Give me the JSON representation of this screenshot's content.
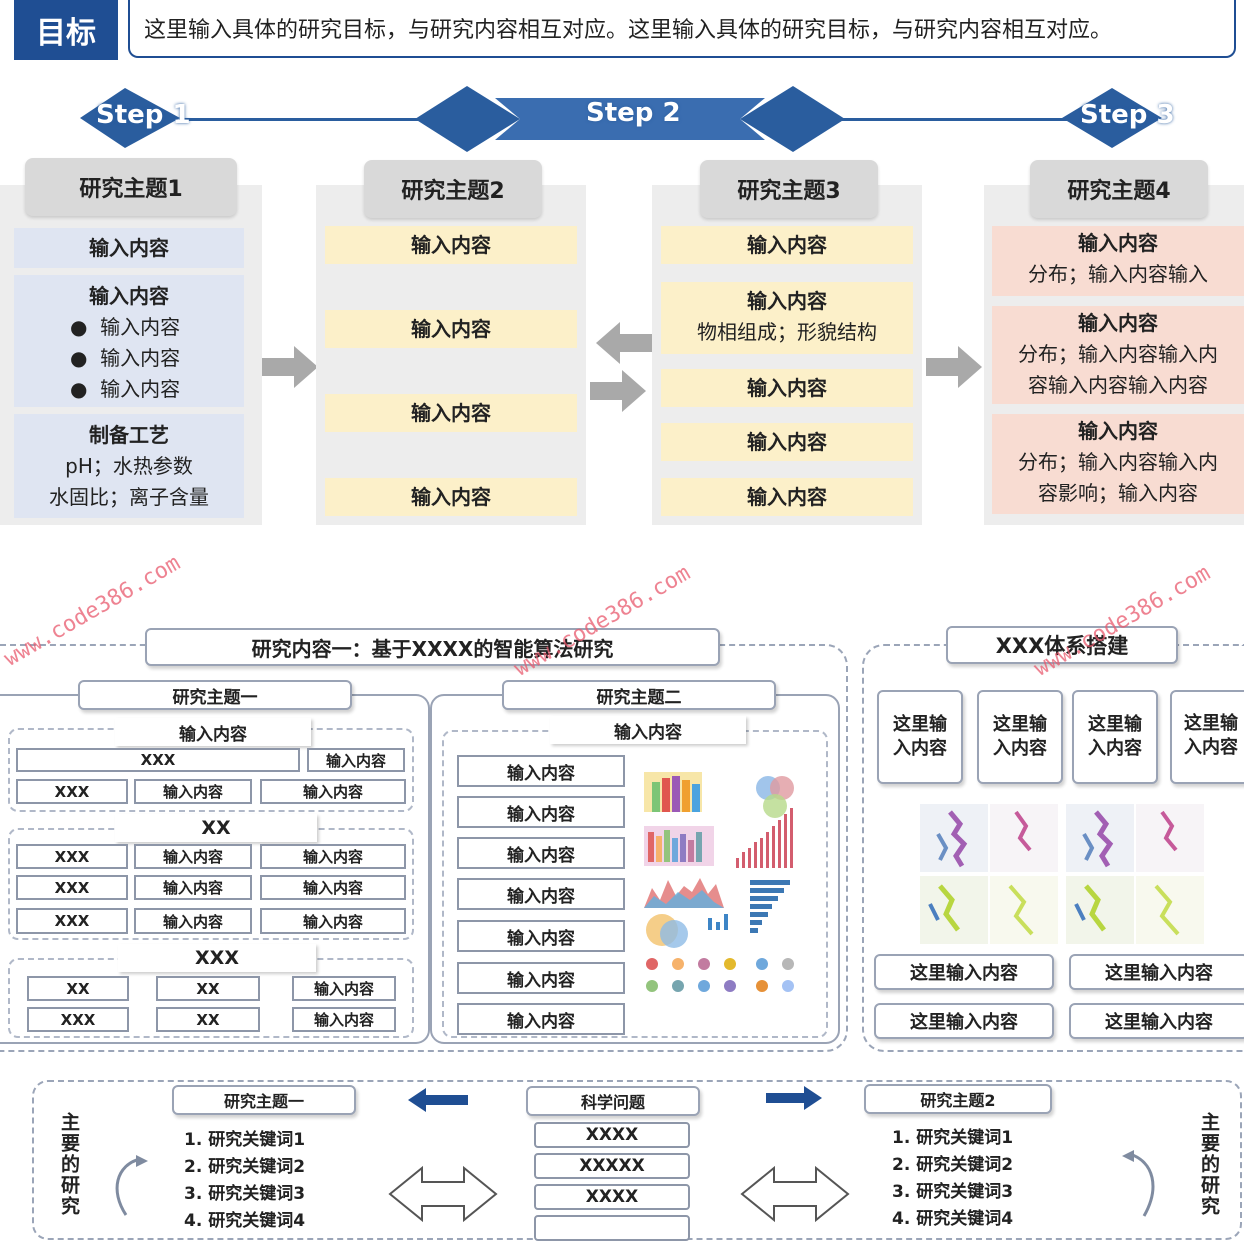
{
  "goal": {
    "tag": "目标",
    "text": "这里输入具体的研究目标，与研究内容相互对应。这里输入具体的研究目标，与研究内容相互对应。"
  },
  "steps": [
    "Step 1",
    "Step 2",
    "Step 3"
  ],
  "topics": [
    {
      "title": "研究主题1",
      "cells": [
        {
          "head": "输入内容"
        },
        {
          "head": "输入内容",
          "bullets": [
            "输入内容",
            "输入内容",
            "输入内容"
          ]
        },
        {
          "head": "制备工艺",
          "lines": [
            "pH；水热参数",
            "水固比；离子含量"
          ]
        }
      ]
    },
    {
      "title": "研究主题2",
      "cells": [
        {
          "head": "输入内容"
        },
        {
          "head": "输入内容"
        },
        {
          "head": "输入内容"
        },
        {
          "head": "输入内容"
        }
      ]
    },
    {
      "title": "研究主题3",
      "cells": [
        {
          "head": "输入内容"
        },
        {
          "head": "输入内容",
          "lines": [
            "物相组成；形貌结构"
          ]
        },
        {
          "head": "输入内容"
        },
        {
          "head": "输入内容"
        },
        {
          "head": "输入内容"
        }
      ]
    },
    {
      "title": "研究主题4",
      "cells": [
        {
          "head": "输入内容",
          "lines": [
            "分布；输入内容输入"
          ]
        },
        {
          "head": "输入内容",
          "lines": [
            "分布；输入内容输入内",
            "容输入内容输入内容"
          ]
        },
        {
          "head": "输入内容",
          "lines": [
            "分布；输入内容输入内",
            "容影响；输入内容"
          ]
        }
      ]
    }
  ],
  "research1": {
    "title": "研究内容一：基于XXXX的智能算法研究",
    "topicA": {
      "title": "研究主题一",
      "sub1": {
        "title": "输入内容",
        "rows": [
          [
            "XXX",
            "输入内容"
          ],
          [
            "XXX",
            "输入内容",
            "输入内容"
          ]
        ]
      },
      "sub2": {
        "title": "XX",
        "rows": [
          [
            "XXX",
            "输入内容",
            "输入内容"
          ],
          [
            "XXX",
            "输入内容",
            "输入内容"
          ],
          [
            "XXX",
            "输入内容",
            "输入内容"
          ]
        ]
      },
      "sub3": {
        "title": "XXX",
        "rows": [
          [
            "XX",
            "XX",
            "输入内容"
          ],
          [
            "XXX",
            "XX",
            "输入内容"
          ]
        ]
      }
    },
    "topicB": {
      "title": "研究主题二",
      "sub_title": "输入内容",
      "items": [
        "输入内容",
        "输入内容",
        "输入内容",
        "输入内容",
        "输入内容",
        "输入内容",
        "输入内容"
      ]
    }
  },
  "system": {
    "title": "XXX体系搭建",
    "cards": [
      "这里输入内容",
      "这里输入内容",
      "这里输入内容",
      "这里输入内容"
    ],
    "buttons": [
      "这里输入内容",
      "这里输入内容",
      "这里输入内容",
      "这里输入内容"
    ]
  },
  "bottom": {
    "left_vertical": "主要的研究",
    "right_vertical": "主要的研究",
    "left_topic": "研究主题一",
    "center_title": "科学问题",
    "right_topic": "研究主题2",
    "center_items": [
      "XXXX",
      "XXXXX",
      "XXXX"
    ],
    "keywords_left": [
      "1.  研究关键词1",
      "2.  研究关键词2",
      "3.  研究关键词3",
      "4.  研究关键词4"
    ],
    "keywords_right": [
      "1.  研究关键词1",
      "2.  研究关键词2",
      "3.  研究关键词3",
      "4.  研究关键词4"
    ]
  },
  "watermark": "www.code386.com",
  "colors": {
    "navy": "#1f4e93",
    "step_blue": "#2a5d9e",
    "blue_cell": "#dfe5f2",
    "yellow_cell": "#fcf0c9",
    "pink_cell": "#f8dcd2"
  }
}
